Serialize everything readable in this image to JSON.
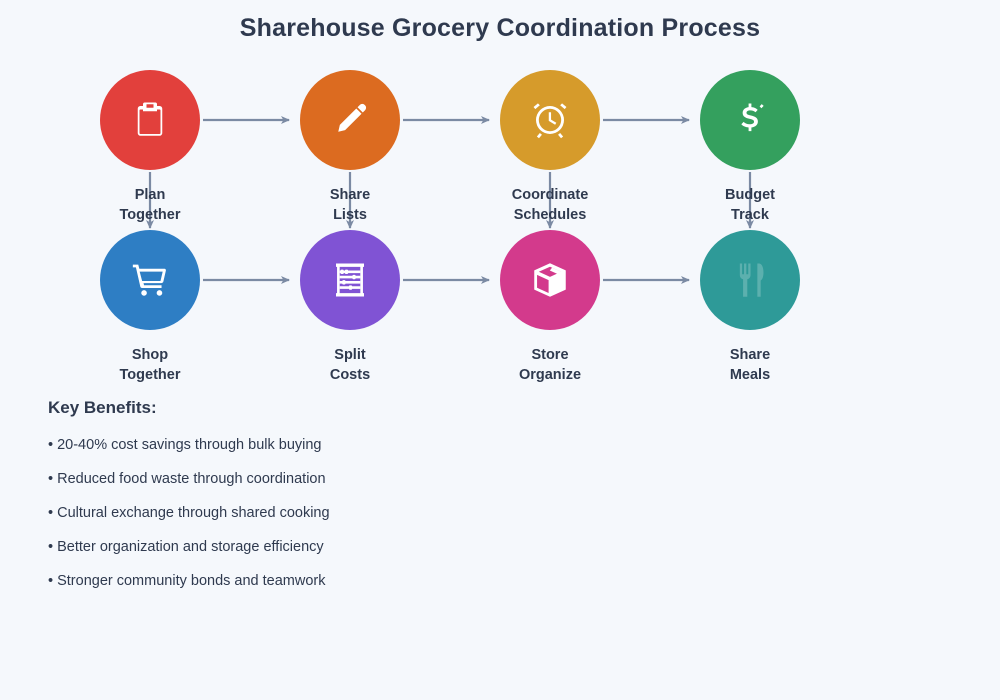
{
  "page": {
    "title": "Sharehouse Grocery Coordination Process",
    "background_color": "#f5f8fc",
    "text_color": "#2f3a4f",
    "connector_color": "#7b8aa3"
  },
  "diagram": {
    "type": "flow",
    "rows": 2,
    "columns": 4,
    "nodes": [
      {
        "id": "plan-together",
        "label": "Plan\nTogether",
        "icon": "clipboard-icon",
        "color": "#e2403c",
        "row": 1,
        "column": 1
      },
      {
        "id": "share-lists",
        "label": "Share\nLists",
        "icon": "pencil-icon",
        "color": "#dc6b20",
        "row": 1,
        "column": 2
      },
      {
        "id": "coordinate-schedules",
        "label": "Coordinate\nSchedules",
        "icon": "alarm-clock-icon",
        "color": "#d69b2b",
        "row": 1,
        "column": 3
      },
      {
        "id": "budget-track",
        "label": "Budget\nTrack",
        "icon": "money-icon",
        "color": "#34a05e",
        "row": 1,
        "column": 4
      },
      {
        "id": "shop-together",
        "label": "Shop\nTogether",
        "icon": "shopping-cart-icon",
        "color": "#2e7ec4",
        "row": 2,
        "column": 1
      },
      {
        "id": "split-costs",
        "label": "Split\nCosts",
        "icon": "abacus-icon",
        "color": "#8053d4",
        "row": 2,
        "column": 2
      },
      {
        "id": "store-organize",
        "label": "Store\nOrganize",
        "icon": "box-icon",
        "color": "#d33a8c",
        "row": 2,
        "column": 3
      },
      {
        "id": "share-meals",
        "label": "Share\nMeals",
        "icon": "utensils-icon",
        "color": "#2e9a98",
        "row": 2,
        "column": 4
      }
    ]
  },
  "benefits": {
    "heading": "Key Benefits:",
    "items": [
      "• 20-40% cost savings through bulk buying",
      "• Reduced food waste through coordination",
      "• Cultural exchange through shared cooking",
      "• Better organization and storage efficiency",
      "• Stronger community bonds and teamwork"
    ]
  }
}
